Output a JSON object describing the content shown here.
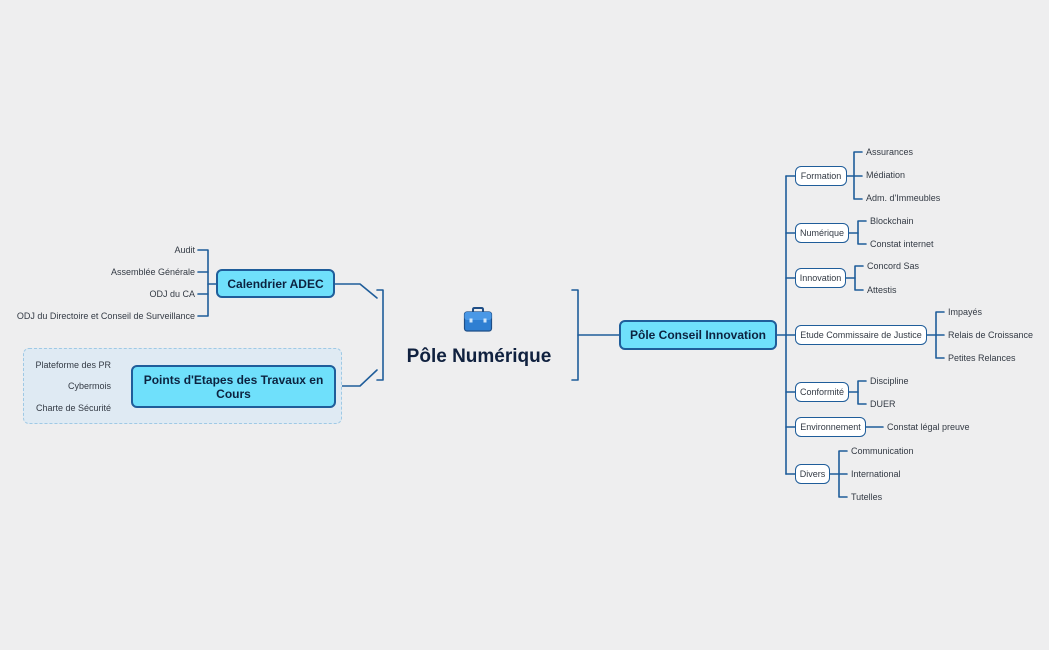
{
  "center": {
    "title": "Pôle Numérique",
    "icon": "briefcase-icon"
  },
  "left": {
    "calendrier": {
      "label": "Calendrier ADEC",
      "items": [
        "Audit",
        "Assemblée Générale",
        "ODJ du CA",
        "ODJ du Directoire et Conseil de Surveillance"
      ]
    },
    "points": {
      "label": "Points d'Etapes des Travaux en Cours",
      "items": [
        "Plateforme des PR",
        "Cybermois",
        "Charte de Sécurité"
      ]
    }
  },
  "right": {
    "label": "Pôle Conseil Innovation",
    "branches": [
      {
        "label": "Formation",
        "items": [
          "Assurances",
          "Médiation",
          "Adm. d'Immeubles"
        ]
      },
      {
        "label": "Numérique",
        "items": [
          "Blockchain",
          "Constat internet"
        ]
      },
      {
        "label": "Innovation",
        "items": [
          "Concord Sas",
          "Attestis"
        ]
      },
      {
        "label": "Etude Commissaire de Justice",
        "items": [
          "Impayés",
          "Relais de Croissance",
          "Petites Relances"
        ]
      },
      {
        "label": "Conformité",
        "items": [
          "Discipline",
          "DUER"
        ]
      },
      {
        "label": "Environnement",
        "items": [
          "Constat légal preuve"
        ]
      },
      {
        "label": "Divers",
        "items": [
          "Communication",
          "International",
          "Tutelles"
        ]
      }
    ]
  },
  "colors": {
    "line": "#1f5d9a",
    "main_fill": "#6fe0fb",
    "background": "#eeeeef"
  }
}
